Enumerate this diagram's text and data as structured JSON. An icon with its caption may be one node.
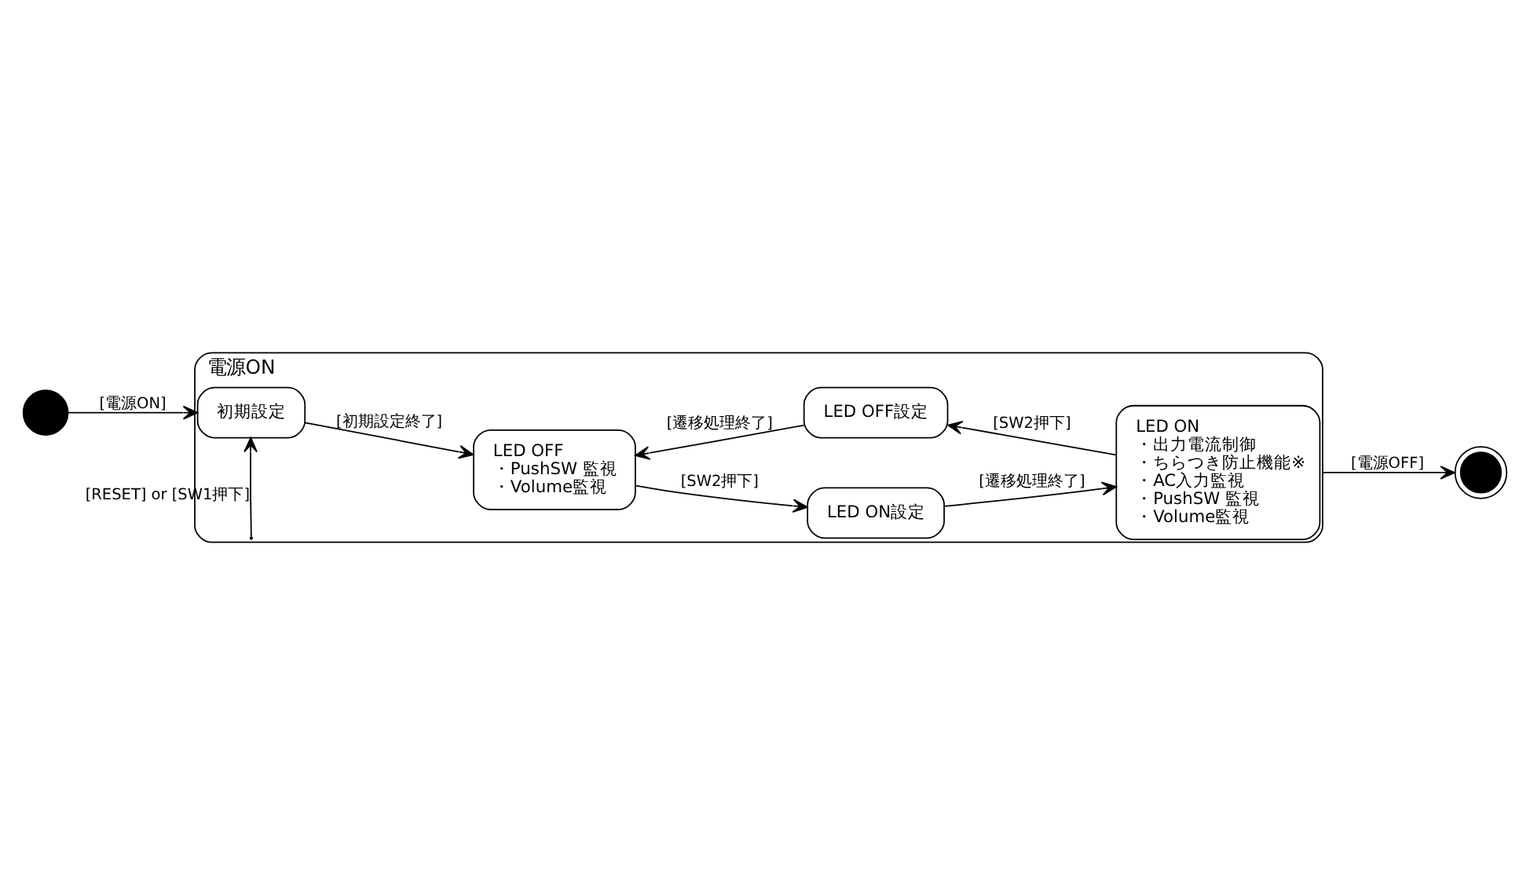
{
  "diagram": {
    "nodes": [
      {
        "text": [],
        "shape": "circle"
      },
      {
        "text": [
          "電源ON"
        ]
      },
      {
        "text": [
          "初期設定"
        ],
        "in": 1
      },
      {
        "text": [
          "LED OFF",
          "・PushSW 監視",
          "・Volume監視"
        ],
        "in": 1
      },
      {
        "text": [
          "LED ON設定"
        ],
        "in": 1
      },
      {
        "text": [
          "LED OFF設定"
        ],
        "in": 1
      },
      {
        "text": [
          "LED ON",
          "・出力電流制御",
          "・ちらつき防止機能※",
          "・AC入力監視",
          "・PushSW 監視",
          "・Volume監視"
        ],
        "in": 1
      },
      {
        "text": [],
        "shape": "circle"
      }
    ],
    "edges": [
      {
        "from": 0,
        "to": 2,
        "arrow": "to",
        "label": "[電源ON]"
      },
      {
        "from": 1,
        "to": 2,
        "arrow": "to",
        "label": "[RESET] or [SW1押下]"
      },
      {
        "from": 2,
        "to": 3,
        "arrow": "to",
        "label": "[初期設定終了]"
      },
      {
        "from": 3,
        "to": 4,
        "arrow": "to",
        "label": "[SW2押下]"
      },
      {
        "from": 4,
        "to": 6,
        "arrow": "to",
        "label": "[遷移処理終了]"
      },
      {
        "from": 6,
        "to": 5,
        "arrow": "to",
        "label": "[SW2押下]"
      },
      {
        "from": 5,
        "to": 3,
        "arrow": "to",
        "label": "[遷移処理終了]"
      },
      {
        "from": 1,
        "to": 7,
        "arrow": "to",
        "label": "[電源OFF]"
      }
    ]
  }
}
